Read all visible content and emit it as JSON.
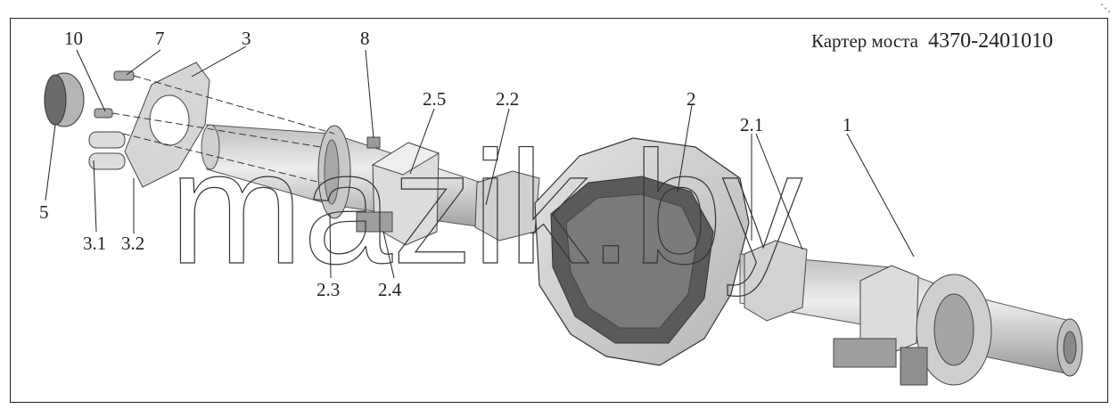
{
  "title": {
    "name": "Картер моста",
    "code": "4370-2401010"
  },
  "watermark": "mazik.by",
  "callouts": [
    "10",
    "7",
    "3",
    "8",
    "2.5",
    "2.2",
    "2",
    "2.1",
    "1",
    "5",
    "3.1",
    "3.2",
    "2.3",
    "2.4"
  ],
  "colors": {
    "line": "#222222",
    "part_fill": "#d9d9d9",
    "part_dark": "#8c8c8c",
    "watermark_stroke": "#333333"
  }
}
